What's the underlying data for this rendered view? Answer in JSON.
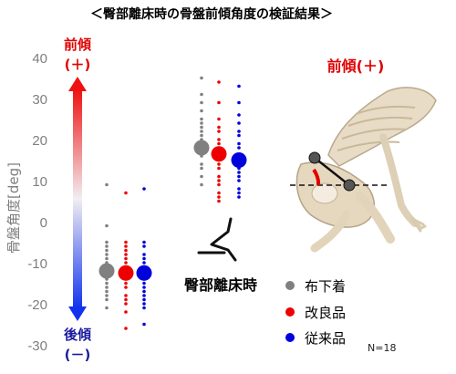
{
  "title": "＜臀部離床時の骨盤前傾角度の検証結果＞",
  "colors": {
    "gray": "#808080",
    "red": "#ee0000",
    "blue": "#0000dd",
    "front_label": "#e00000",
    "back_label": "#1a1aa0"
  },
  "arrow": {
    "top_label_1": "前傾",
    "top_label_2": "(＋)",
    "bottom_label_1": "後傾",
    "bottom_label_2": "(－)"
  },
  "illustration": {
    "label": "前傾(＋)",
    "icon": "skeleton-pelvis-forward-tilt-icon"
  },
  "figure_icon": "sit-to-stand-figure-icon",
  "legend": {
    "items": [
      {
        "label": "布下着",
        "color": "#808080"
      },
      {
        "label": "改良品",
        "color": "#ee0000"
      },
      {
        "label": "従来品",
        "color": "#0000dd"
      }
    ]
  },
  "n_label": "N=18",
  "chart_data": {
    "type": "scatter",
    "title": "＜臀部離床時の骨盤前傾角度の検証結果＞",
    "ylabel": "骨盤角度[deg]",
    "ylim": [
      -30,
      40
    ],
    "yticks": [
      40,
      30,
      20,
      10,
      0,
      -10,
      -20,
      -30
    ],
    "conditions": [
      "",
      "臀部離床時"
    ],
    "series": [
      {
        "name": "布下着",
        "mean": [
          -12,
          18
        ],
        "points": [
          [
            -21,
            -19,
            -18,
            -17,
            -16,
            -15,
            -14,
            -13,
            -12,
            -11,
            -10,
            -9,
            -8,
            -7,
            -6,
            -5,
            -1,
            9
          ],
          [
            9,
            11,
            13,
            14,
            16,
            17,
            18,
            19,
            20,
            21,
            22,
            23,
            24,
            25,
            27,
            29,
            31,
            35
          ]
        ]
      },
      {
        "name": "改良品",
        "mean": [
          -12.5,
          16.5
        ],
        "points": [
          [
            -26,
            -22,
            -20,
            -19,
            -18,
            -16,
            -15,
            -14,
            -13,
            -12,
            -11,
            -10,
            -9,
            -8,
            -7,
            -6,
            -5,
            7
          ],
          [
            5,
            6,
            7,
            9,
            10,
            11,
            13,
            14,
            15,
            16,
            17,
            19,
            20,
            22,
            23,
            25,
            29,
            34
          ]
        ]
      },
      {
        "name": "従来品",
        "mean": [
          -12.5,
          15
        ],
        "points": [
          [
            -25,
            -21,
            -20,
            -19,
            -18,
            -17,
            -16,
            -15,
            -14,
            -13,
            -12,
            -11,
            -10,
            -9,
            -8,
            -6,
            -5,
            8
          ],
          [
            6,
            7,
            8,
            10,
            11,
            12,
            13,
            14,
            15,
            16,
            18,
            19,
            21,
            22,
            24,
            26,
            29,
            33
          ]
        ]
      }
    ]
  }
}
